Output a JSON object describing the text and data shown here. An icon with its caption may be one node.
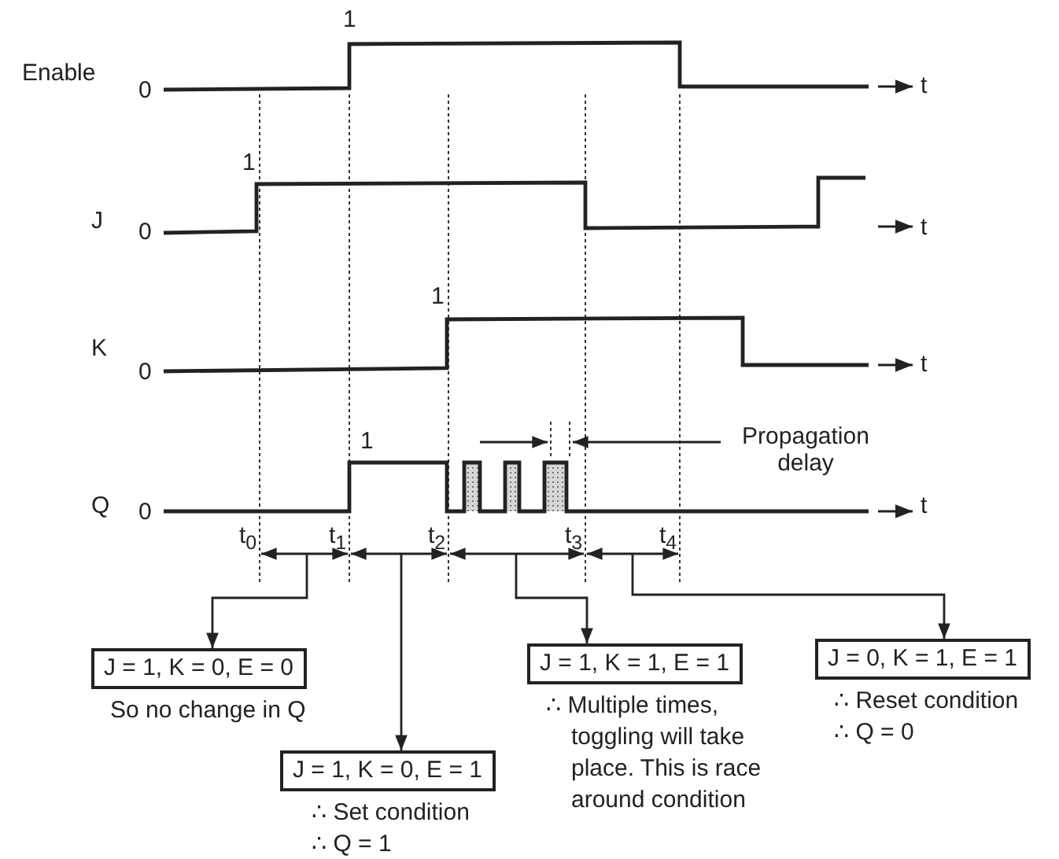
{
  "diagram": {
    "nodes": [
      {
        "text": [
          "J = 1, K = 0, E = 0",
          "So no change in Q"
        ]
      },
      {
        "text": [
          "J = 1, K = 0, E = 1",
          "∴ Set condition",
          "∴ Q = 1"
        ]
      },
      {
        "text": [
          "J = 1, K = 1, E = 1",
          "∴ Multiple times, toggling will take place. This is race around condition"
        ]
      },
      {
        "text": [
          "J = 0, K = 1, E = 1",
          "∴ Reset condition",
          "∴ Q = 0"
        ]
      }
    ],
    "edges": [
      {
        "from": null,
        "to": 0,
        "arrow": "to"
      },
      {
        "from": null,
        "to": 1,
        "arrow": "to"
      },
      {
        "from": null,
        "to": 2,
        "arrow": "to"
      },
      {
        "from": null,
        "to": 3,
        "arrow": "to"
      }
    ],
    "labels": [
      "1",
      "Enable",
      "0",
      "t",
      "1",
      "J",
      "0",
      "t",
      "1",
      "K",
      "0",
      "t",
      "Propagation delay",
      "1",
      "Q",
      "0",
      "t",
      "t$_{0}$",
      "t$_{1}$",
      "t$_{2}$",
      "t$_{3}$",
      "t$_{4}$"
    ]
  }
}
